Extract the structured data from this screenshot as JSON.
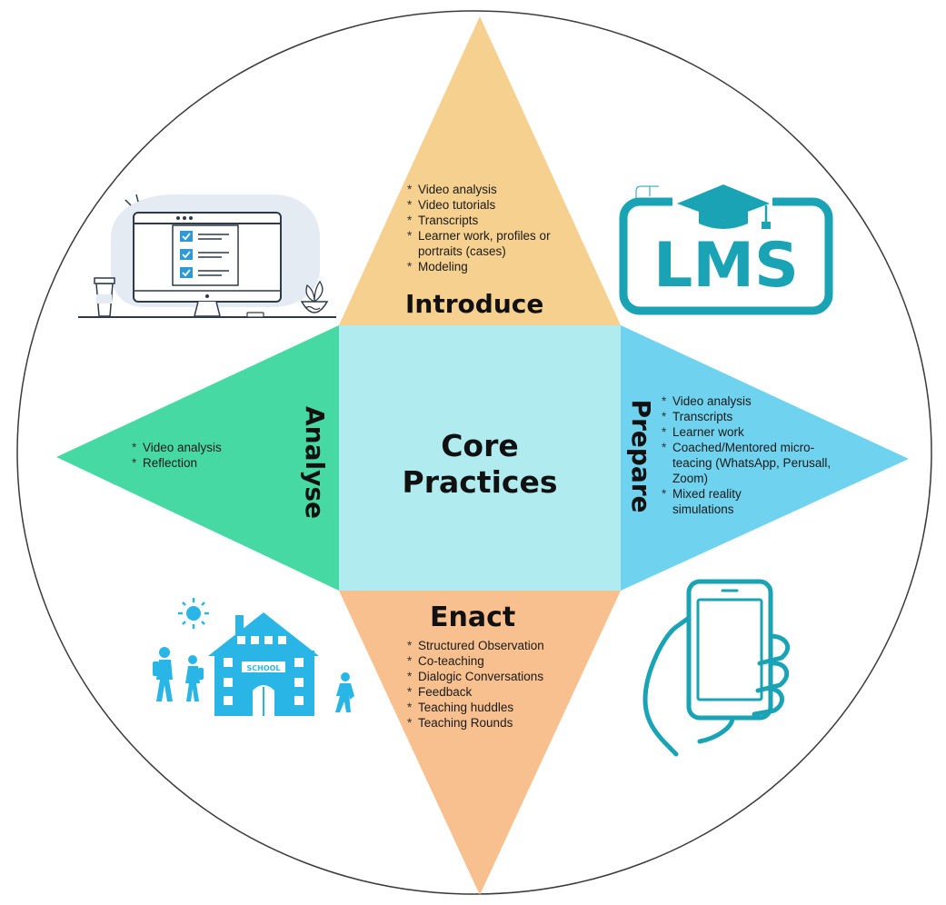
{
  "center": {
    "line1": "Core",
    "line2": "Practices"
  },
  "introduce": {
    "title": "Introduce",
    "items": [
      "Video analysis",
      "Video tutorials",
      "Transcripts",
      "Learner work, profiles or portraits (cases)",
      "Modeling"
    ]
  },
  "analyse": {
    "title": "Analyse",
    "items": [
      "Video analysis",
      "Reflection"
    ]
  },
  "prepare": {
    "title": "Prepare",
    "items": [
      "Video analysis",
      "Transcripts",
      "Learner work",
      "Coached/Mentored micro-teacing (WhatsApp, Perusall, Zoom)",
      "Mixed reality simulations"
    ]
  },
  "enact": {
    "title": "Enact",
    "items": [
      "Structured Observation",
      "Co-teaching",
      "Dialogic Conversations",
      "Feedback",
      "Teaching huddles",
      "Teaching Rounds"
    ]
  },
  "icons": {
    "lms_text": "LMS",
    "school_text": "SCHOOL",
    "lms_icon": "lms-graduation-cap-icon",
    "computer_icon": "computer-checklist-icon",
    "school_icon": "school-building-icon",
    "phone_icon": "phone-in-hand-icon"
  },
  "colors": {
    "introduce": "#f5d08e",
    "analyse": "#47d9a4",
    "prepare": "#6fd2ee",
    "enact": "#f8c08f",
    "center": "#b0ecef",
    "icon_teal": "#1aa3b5",
    "icon_blue": "#29b6e6"
  }
}
